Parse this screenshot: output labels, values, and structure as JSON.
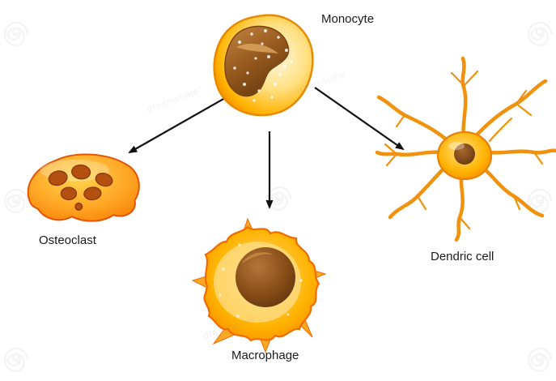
{
  "figure": {
    "background": "#ffffff",
    "labels": {
      "monocyte": "Monocyte",
      "osteoclast": "Osteoclast",
      "macrophage": "Macrophage",
      "dendritic": "Dendric cell"
    },
    "colors": {
      "cell_light": "#FFE082",
      "cell_mid": "#FFB300",
      "cell_dark": "#F57C00",
      "outline": "#E65100",
      "nucleus_light": "#C98A45",
      "nucleus_dark": "#6B3B0F",
      "osteoclast_nucleus": "#B4500F",
      "arrow": "#111111"
    },
    "watermark": {
      "text": "dreamstime",
      "symbol": "spiral-watermark"
    }
  }
}
